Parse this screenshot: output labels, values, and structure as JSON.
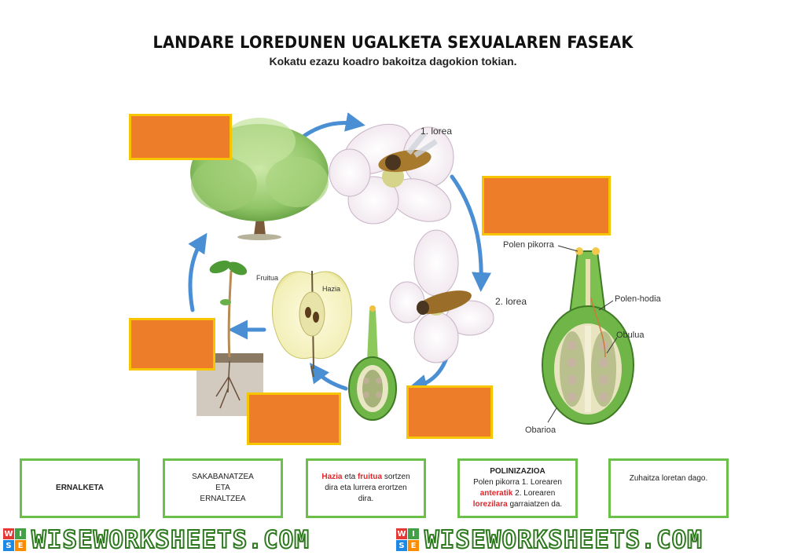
{
  "header": {
    "title": "LANDARE LOREDUNEN UGALKETA SEXUALAREN FASEAK",
    "subtitle": "Kokatu ezazu koadro bakoitza dagokion tokian."
  },
  "labels": {
    "lorea1": "1. lorea",
    "lorea2": "2. lorea",
    "fruitua": "Fruitua",
    "hazia": "Hazia",
    "polen_pikorra": "Polen pikorra",
    "polen_hodia": "Polen-hodia",
    "obulua": "Obulua",
    "obarioa": "Obarioa"
  },
  "cards": {
    "ernalketa": "ERNALKETA",
    "sakabanatzea_1": "SAKABANATZEA",
    "sakabanatzea_2": "ETA",
    "sakabanatzea_3": "ERNALTZEA",
    "hazia_w": "Hazia",
    "eta1": " eta ",
    "fruitua_w": "fruitua",
    "hazia_rest1": " sortzen",
    "hazia_rest2": "dira eta lurrera erortzen",
    "hazia_rest3": "dira.",
    "poli_title": "POLINIZAZIOA",
    "poli_1": "Polen pikorra 1. Lorearen",
    "poli_anteratik": "anteratik",
    "poli_2": " 2. Lorearen",
    "poli_lorezilara": "lorezilara",
    "poli_3": " garraiatzen da.",
    "zuhaitza": "Zuhaitza loretan dago."
  },
  "footer": {
    "brand": "WISEWORKSHEETS.COM",
    "logo_letters": [
      "W",
      "I",
      "S",
      "E"
    ]
  },
  "colors": {
    "drop_fill": "#ee7d2a",
    "drop_border": "#f7c400",
    "card_border": "#6bc04a",
    "arrow": "#4a8fd3",
    "highlight": "#e0262b"
  }
}
